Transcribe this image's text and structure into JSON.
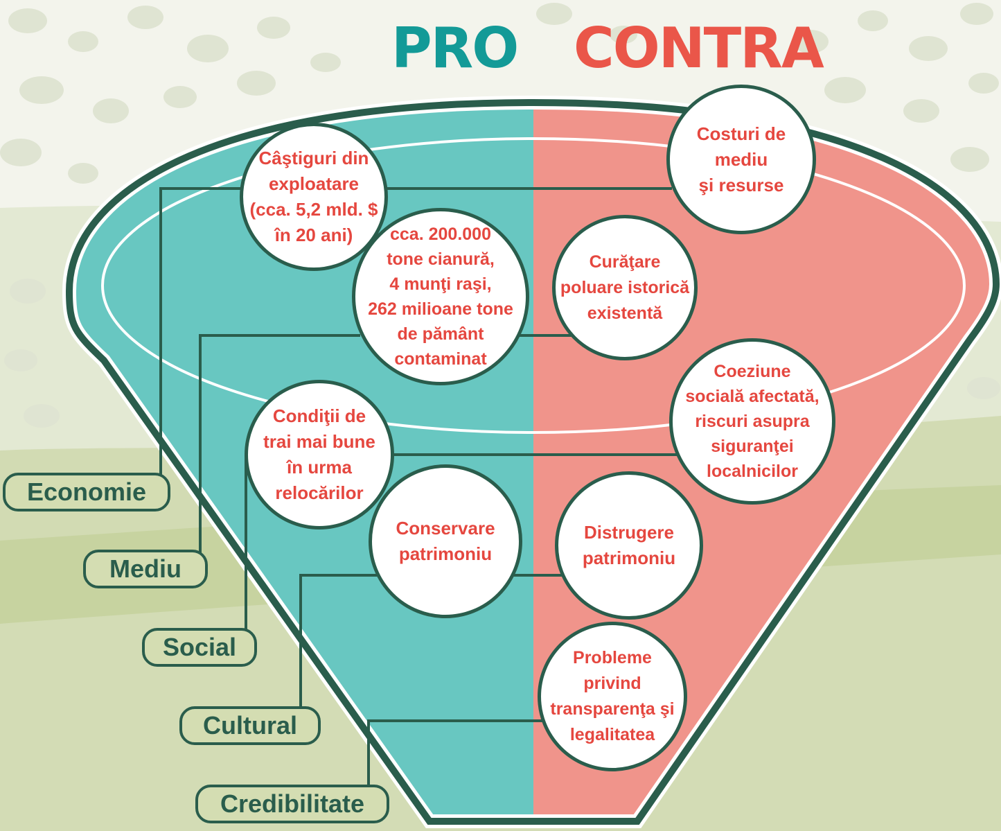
{
  "header": {
    "pro": "PRO",
    "contra": "CONTRA"
  },
  "colors": {
    "pro_fill": "#68c7c1",
    "contra_fill": "#f0948b",
    "pro_title": "#139a97",
    "contra_title": "#ea5649",
    "outline": "#2a5d4c",
    "bubble_text": "#e5473f",
    "category_fill": "#d4ddb2"
  },
  "pro_items": {
    "castiguri": "Câştiguri din\nexploatare\n(cca. 5,2 mld. $\nîn 20 ani)",
    "cianura": "cca. 200.000\ntone cianură,\n4 munţi raşi,\n262 milioane tone\nde pământ\ncontaminat",
    "conditii": "Condiţii de\ntrai mai bune\nîn urma\nrelocărilor",
    "conservare": "Conservare\npatrimoniu"
  },
  "contra_items": {
    "costuri": "Costuri de\nmediu\nşi resurse",
    "curatare": "Curăţare\npoluare istorică\nexistentă",
    "coeziune": "Coeziune\nsocială afectată,\nriscuri asupra\nsiguranţei\nlocalnicilor",
    "distrugere": "Distrugere\npatrimoniu",
    "probleme": "Probleme\nprivind\ntransparenţa şi\nlegalitatea"
  },
  "categories": {
    "economie": "Economie",
    "mediu": "Mediu",
    "social": "Social",
    "cultural": "Cultural",
    "credibilitate": "Credibilitate"
  }
}
